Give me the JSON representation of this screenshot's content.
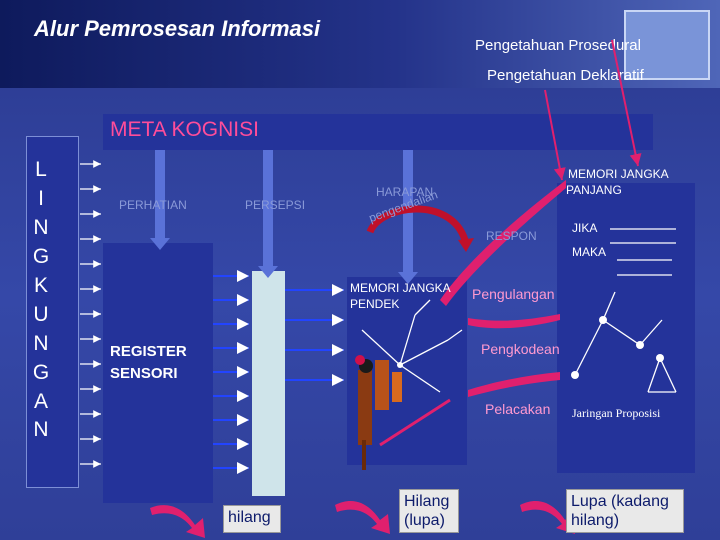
{
  "header": {
    "title": "Alur Pemrosesan Informasi",
    "label_prosedural": "Pengetahuan Prosedural",
    "label_deklaratif": "Pengetahuan Deklaratif"
  },
  "meta": {
    "label": "META KOGNISI"
  },
  "lingkungan": {
    "letters": [
      "L",
      "I",
      "N",
      "G",
      "K",
      "U",
      "N",
      "G",
      "A",
      "N"
    ]
  },
  "labels": {
    "perhatian": "PERHATIAN",
    "persepsi": "PERSEPSI",
    "harapan": "HARAPAN",
    "pengendalian": "pengendalian",
    "respon": "RESPON",
    "register_line1": "REGISTER",
    "register_line2": "SENSORI",
    "memori_pendek_line1": "MEMORI JANGKA",
    "memori_pendek_line2": "PENDEK",
    "memori_panjang_line1": "MEMORI JANGKA",
    "memori_panjang_line2": "PANJANG",
    "jika": "JIKA",
    "maka": "MAKA",
    "pengulangan": "Pengulangan",
    "pengkodean": "Pengkodean",
    "pelacakan": "Pelacakan",
    "jaringan": "Jaringan Proposisi"
  },
  "callouts": {
    "hilang": "hilang",
    "hilang_lupa_line1": "Hilang",
    "hilang_lupa_line2": "(lupa)",
    "lupa_line1": "Lupa (kadang",
    "lupa_line2": "hilang)"
  },
  "colors": {
    "background": "#2f3f98",
    "box": "#24339a",
    "meta_text": "#ff4d9a",
    "arrow_pink": "#e0206e",
    "arrow_red": "#c0102a"
  }
}
